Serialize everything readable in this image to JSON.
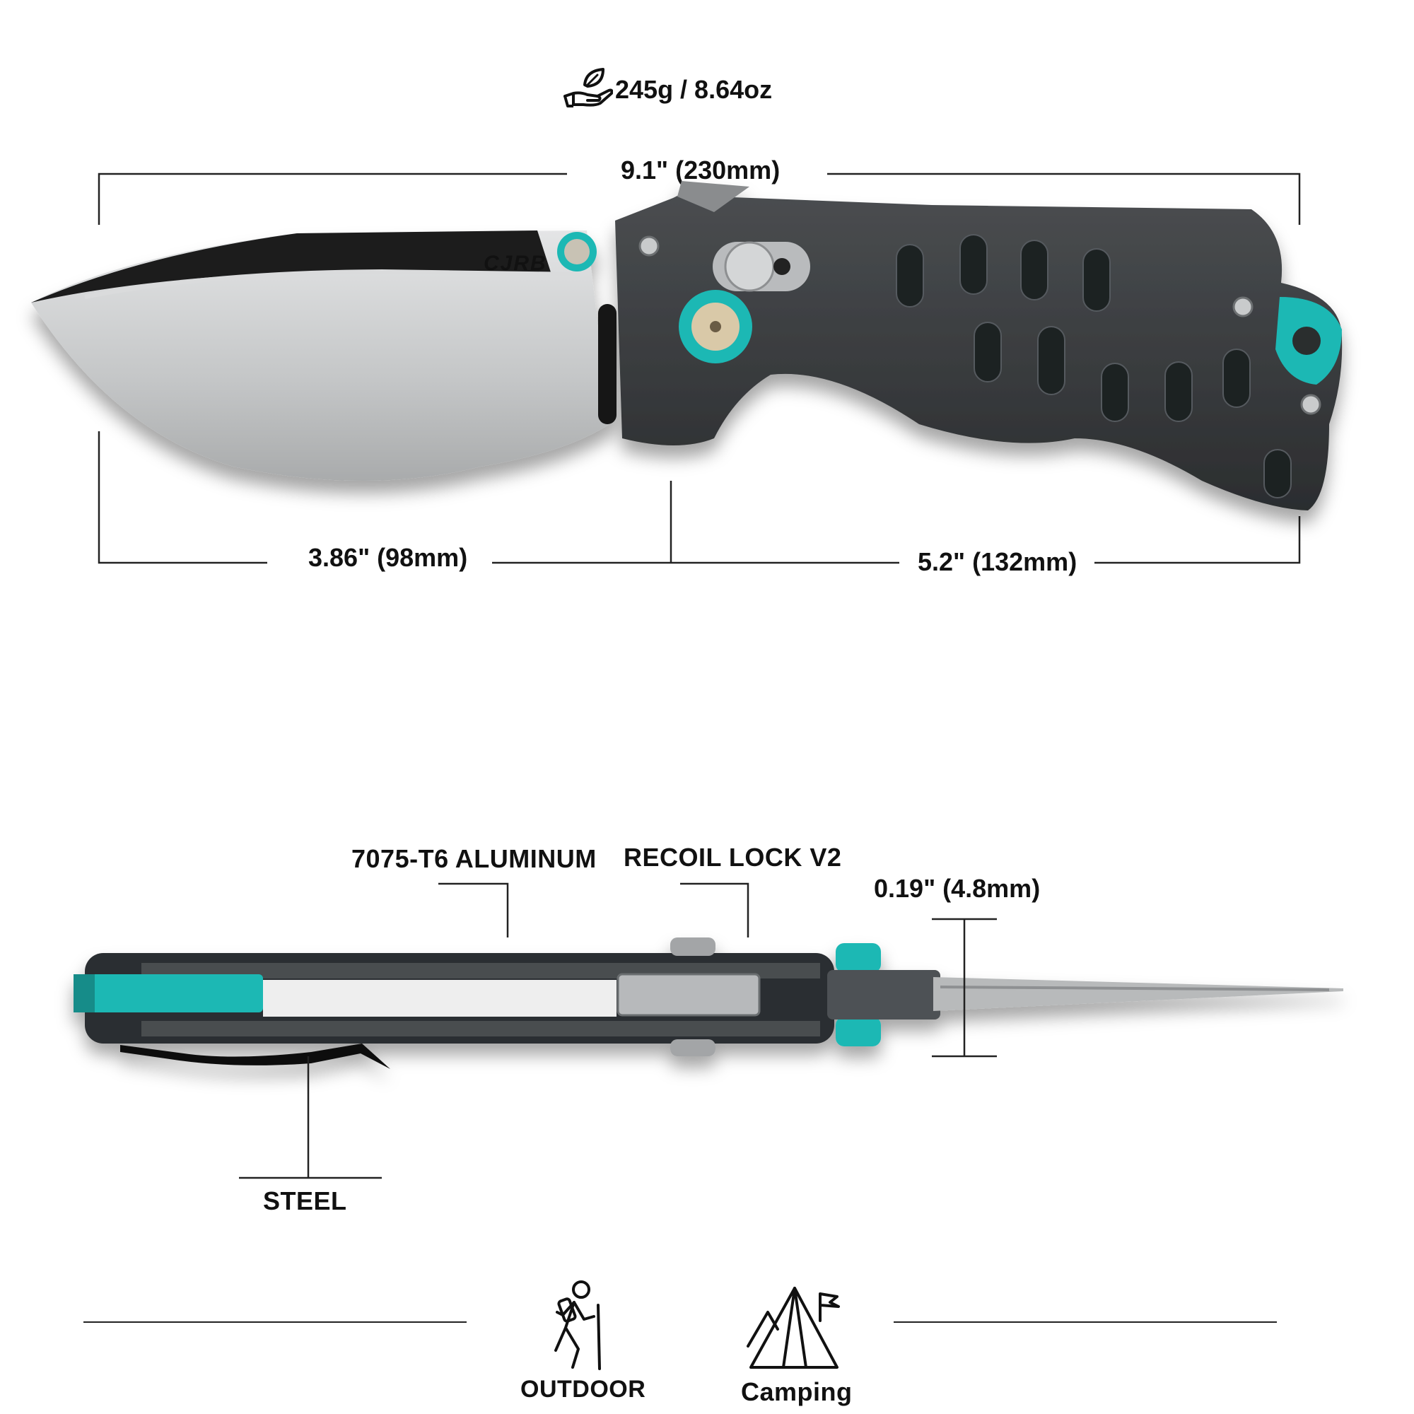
{
  "weight": {
    "icon": "hand-leaf-icon",
    "text": "245g / 8.64oz"
  },
  "dimensions": {
    "overall": "9.1\" (230mm)",
    "blade_length": "3.86\" (98mm)",
    "handle_length": "5.2\" (132mm)",
    "thickness": "0.19\" (4.8mm)"
  },
  "logo": "CJRB",
  "materials": {
    "handle": "7075-T6 ALUMINUM",
    "lock": "RECOIL LOCK V2",
    "clip": "STEEL"
  },
  "uses": [
    {
      "icon": "hiker-icon",
      "label": "OUTDOOR"
    },
    {
      "icon": "tent-flag-icon",
      "label": "Camping"
    }
  ],
  "colors": {
    "accent": "#1fb8b4",
    "handle": "#3a3d40",
    "blade": "#c9cbcc",
    "text": "#111111",
    "line": "#222222"
  }
}
